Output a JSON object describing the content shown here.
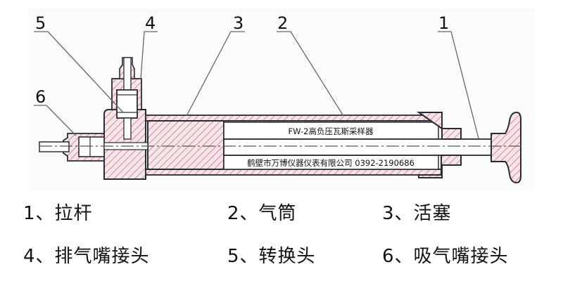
{
  "diagram": {
    "title_on_body": "FW-2高负压瓦斯采样器",
    "manufacturer_on_body": "鹤壁市万博仪器仪表有限公司 0392-2190686",
    "callouts": [
      {
        "number": "1",
        "part": "拉杆"
      },
      {
        "number": "2",
        "part": "气筒"
      },
      {
        "number": "3",
        "part": "活塞"
      },
      {
        "number": "4",
        "part": "排气嘴接头"
      },
      {
        "number": "5",
        "part": "转换头"
      },
      {
        "number": "6",
        "part": "吸气嘴接头"
      }
    ],
    "colors": {
      "hatch": "#d07080",
      "hatch_fill": "#f6e6ea",
      "outline": "#2a2a35",
      "leader": "#666666"
    }
  },
  "legend": {
    "items": [
      {
        "label": "1、拉杆"
      },
      {
        "label": "2、气筒"
      },
      {
        "label": "3、活塞"
      },
      {
        "label": "4、排气嘴接头"
      },
      {
        "label": "5、转换头"
      },
      {
        "label": "6、吸气嘴接头"
      }
    ]
  }
}
